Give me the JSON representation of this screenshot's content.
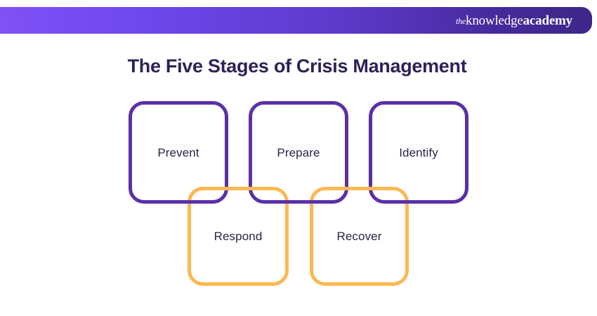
{
  "header": {
    "brand": {
      "the": "the",
      "knowledge": "knowledge",
      "academy": "academy"
    },
    "gradient_start": "#7f52f5",
    "gradient_end": "#3d2787"
  },
  "title": "The Five Stages of Crisis Management",
  "title_color": "#2e2158",
  "diagram": {
    "purple_color": "#5a30a8",
    "orange_color": "#fcb852",
    "label_color": "#2b2347",
    "top_row": [
      {
        "id": "prevent",
        "label": "Prevent"
      },
      {
        "id": "prepare",
        "label": "Prepare"
      },
      {
        "id": "identify",
        "label": "Identify"
      }
    ],
    "bottom_row": [
      {
        "id": "respond",
        "label": "Respond"
      },
      {
        "id": "recover",
        "label": "Recover"
      }
    ]
  }
}
